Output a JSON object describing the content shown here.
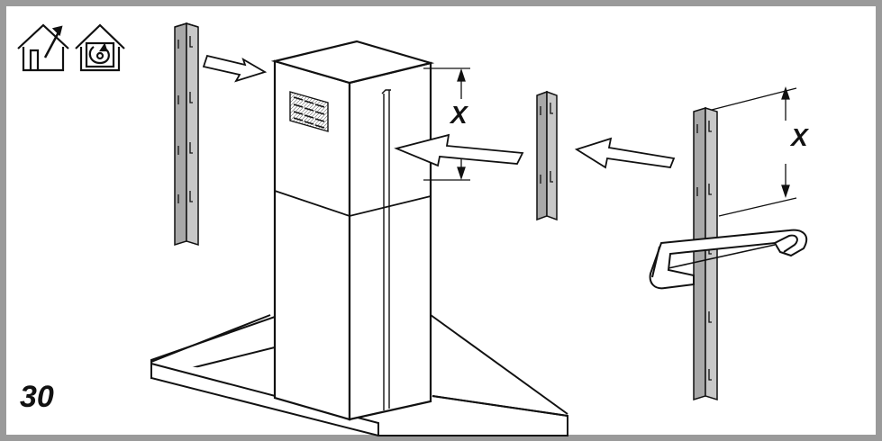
{
  "step": {
    "number": "30"
  },
  "dimensions": {
    "left_label": "X",
    "right_label": "X"
  },
  "icons": {
    "mode_1": "house-ducted-extraction-icon",
    "mode_2": "house-recirculation-icon"
  },
  "colors": {
    "frame": "#9a9a9a",
    "line": "#111111",
    "part_fill": "#a8a8a8"
  }
}
